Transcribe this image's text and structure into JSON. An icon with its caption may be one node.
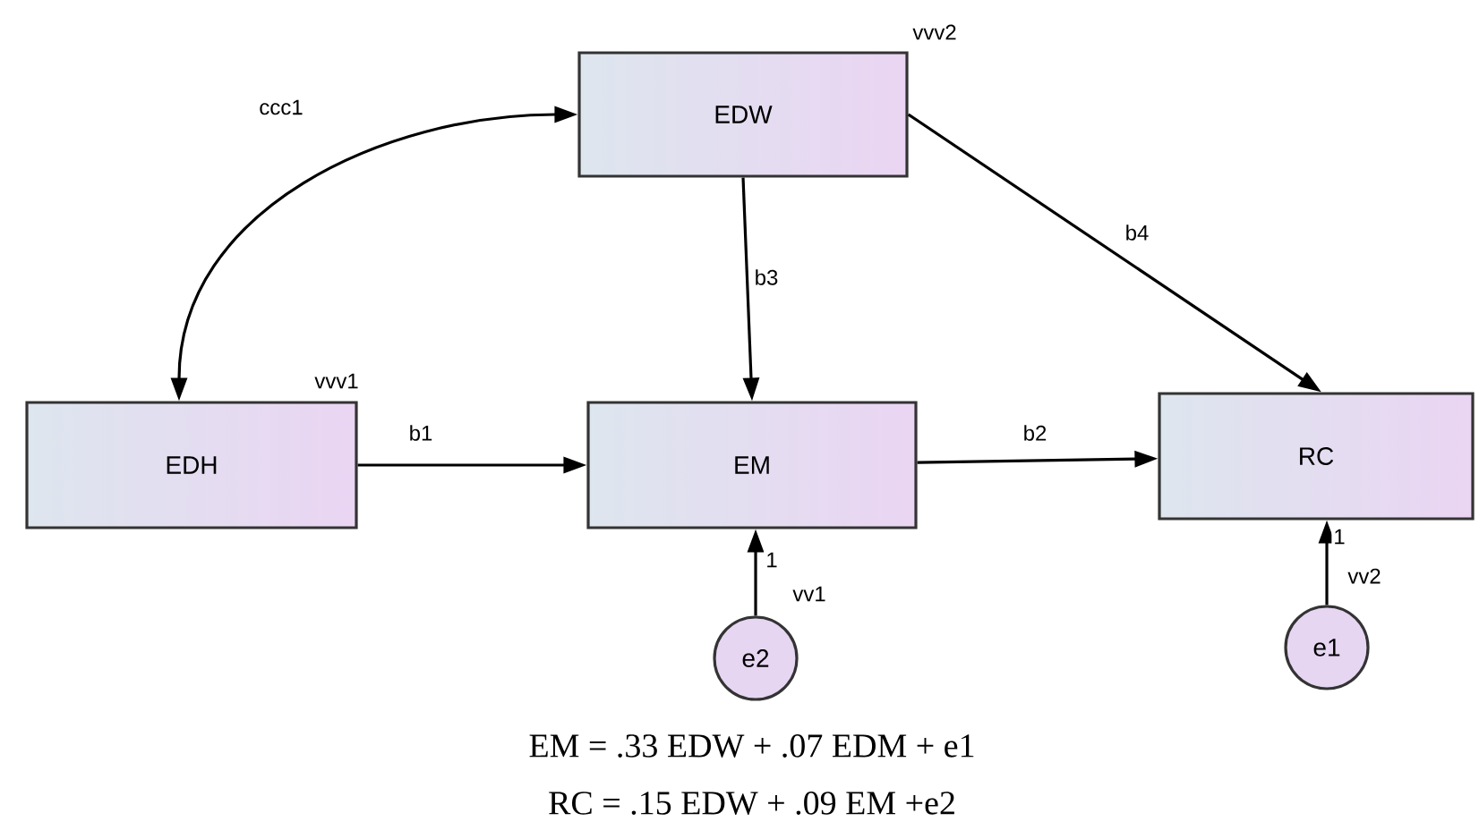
{
  "diagram": {
    "nodes": [
      {
        "text": [
          "EDW"
        ],
        "beside": [
          "vvv2"
        ]
      },
      {
        "text": [
          "EDH"
        ],
        "beside": [
          "vvv1"
        ]
      },
      {
        "text": [
          "EM"
        ]
      },
      {
        "text": [
          "RC"
        ]
      },
      {
        "text": [
          "e2"
        ],
        "beside": [
          "vv1"
        ]
      },
      {
        "text": [
          "e1"
        ],
        "beside": [
          "vv2"
        ]
      }
    ],
    "edges": [
      {
        "from": 0,
        "to": 1,
        "arrow": "both",
        "label": "ccc1"
      },
      {
        "from": 1,
        "to": 2,
        "arrow": "to",
        "label": "b1"
      },
      {
        "from": 0,
        "to": 2,
        "arrow": "to",
        "label": "b3"
      },
      {
        "from": 0,
        "to": 3,
        "arrow": "to",
        "label": "b4"
      },
      {
        "from": 2,
        "to": 3,
        "arrow": "to",
        "label": "b2"
      },
      {
        "from": 4,
        "to": 2,
        "arrow": "to",
        "label": "1"
      },
      {
        "from": 5,
        "to": 3,
        "arrow": "to",
        "label": "1"
      }
    ],
    "labels": [
      "EM = .33 EDW + .07 EDM + e1",
      "RC = .15 EDW + .09 EM +e2"
    ]
  }
}
